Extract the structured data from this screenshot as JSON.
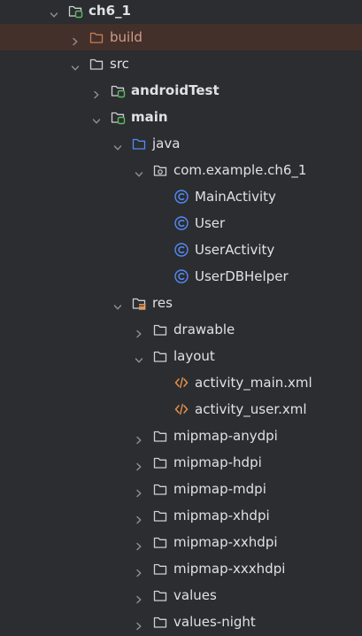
{
  "tree": {
    "items": [
      {
        "label": "ch6_1",
        "depth": 0,
        "expanded": true,
        "icon": "module-folder-icon",
        "bold": true
      },
      {
        "label": "build",
        "depth": 1,
        "expanded": false,
        "icon": "build-folder-icon",
        "selected": true
      },
      {
        "label": "src",
        "depth": 1,
        "expanded": true,
        "icon": "folder-icon"
      },
      {
        "label": "androidTest",
        "depth": 2,
        "expanded": false,
        "icon": "source-set-folder-icon",
        "bold": true
      },
      {
        "label": "main",
        "depth": 2,
        "expanded": true,
        "icon": "source-set-folder-icon",
        "bold": true
      },
      {
        "label": "java",
        "depth": 3,
        "expanded": true,
        "icon": "source-root-folder-icon"
      },
      {
        "label": "com.example.ch6_1",
        "depth": 4,
        "expanded": true,
        "icon": "package-icon"
      },
      {
        "label": "MainActivity",
        "depth": 5,
        "icon": "class-icon"
      },
      {
        "label": "User",
        "depth": 5,
        "icon": "class-icon"
      },
      {
        "label": "UserActivity",
        "depth": 5,
        "icon": "class-icon"
      },
      {
        "label": "UserDBHelper",
        "depth": 5,
        "icon": "class-icon"
      },
      {
        "label": "res",
        "depth": 3,
        "expanded": true,
        "icon": "resources-folder-icon"
      },
      {
        "label": "drawable",
        "depth": 4,
        "expanded": false,
        "icon": "folder-icon"
      },
      {
        "label": "layout",
        "depth": 4,
        "expanded": true,
        "icon": "folder-icon"
      },
      {
        "label": "activity_main.xml",
        "depth": 5,
        "icon": "xml-file-icon"
      },
      {
        "label": "activity_user.xml",
        "depth": 5,
        "icon": "xml-file-icon"
      },
      {
        "label": "mipmap-anydpi",
        "depth": 4,
        "expanded": false,
        "icon": "folder-icon"
      },
      {
        "label": "mipmap-hdpi",
        "depth": 4,
        "expanded": false,
        "icon": "folder-icon"
      },
      {
        "label": "mipmap-mdpi",
        "depth": 4,
        "expanded": false,
        "icon": "folder-icon"
      },
      {
        "label": "mipmap-xhdpi",
        "depth": 4,
        "expanded": false,
        "icon": "folder-icon"
      },
      {
        "label": "mipmap-xxhdpi",
        "depth": 4,
        "expanded": false,
        "icon": "folder-icon"
      },
      {
        "label": "mipmap-xxxhdpi",
        "depth": 4,
        "expanded": false,
        "icon": "folder-icon"
      },
      {
        "label": "values",
        "depth": 4,
        "expanded": false,
        "icon": "folder-icon"
      },
      {
        "label": "values-night",
        "depth": 4,
        "expanded": false,
        "icon": "folder-icon"
      }
    ]
  },
  "colors": {
    "background": "#2b2d30",
    "selection": "#43302b",
    "text": "#dfe1e5",
    "build_text": "#d19c86",
    "folder_stroke": "#ced0d6",
    "build_folder_stroke": "#c77d55",
    "source_root_stroke": "#548af7",
    "module_badge": "#5fb865",
    "class_icon": "#548af7",
    "xml_icon": "#e88f4a",
    "arrow": "#8e9196"
  }
}
